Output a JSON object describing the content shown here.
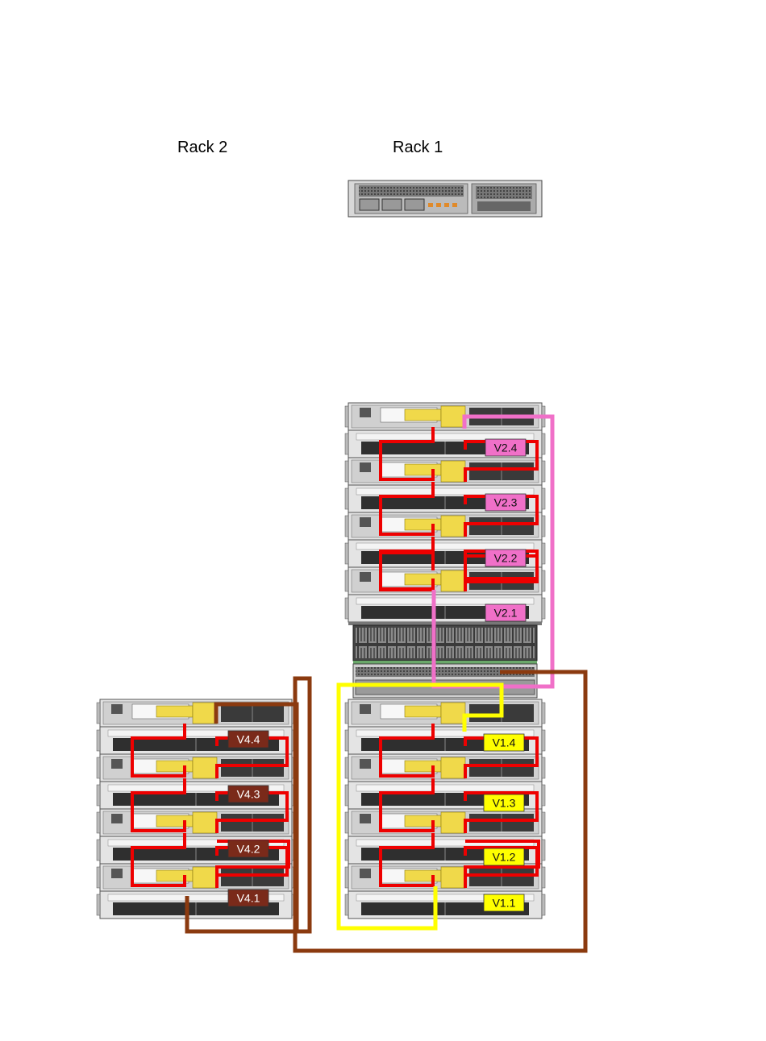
{
  "racks": [
    {
      "label": "Rack 2"
    },
    {
      "label": "Rack 1"
    }
  ],
  "colors": {
    "pink": "#f070c8",
    "yellow": "#ffff00",
    "brown": "#8b3a0f",
    "red": "#ee0000",
    "brown_label": "#7a2a1a"
  },
  "tags": [
    {
      "id": "v2_4",
      "text": "V2.4",
      "group": "pink"
    },
    {
      "id": "v2_3",
      "text": "V2.3",
      "group": "pink"
    },
    {
      "id": "v2_2",
      "text": "V2.2",
      "group": "pink"
    },
    {
      "id": "v2_1",
      "text": "V2.1",
      "group": "pink"
    },
    {
      "id": "v1_4",
      "text": "V1.4",
      "group": "yellow"
    },
    {
      "id": "v1_3",
      "text": "V1.3",
      "group": "yellow"
    },
    {
      "id": "v1_2",
      "text": "V1.2",
      "group": "yellow"
    },
    {
      "id": "v1_1",
      "text": "V1.1",
      "group": "yellow"
    },
    {
      "id": "v4_4",
      "text": "V4.4",
      "group": "brown"
    },
    {
      "id": "v4_3",
      "text": "V4.3",
      "group": "brown"
    },
    {
      "id": "v4_2",
      "text": "V4.2",
      "group": "brown"
    },
    {
      "id": "v4_1",
      "text": "V4.1",
      "group": "brown"
    }
  ],
  "icons": [
    "server-icon",
    "disk-enclosure-icon",
    "controller-icon"
  ]
}
